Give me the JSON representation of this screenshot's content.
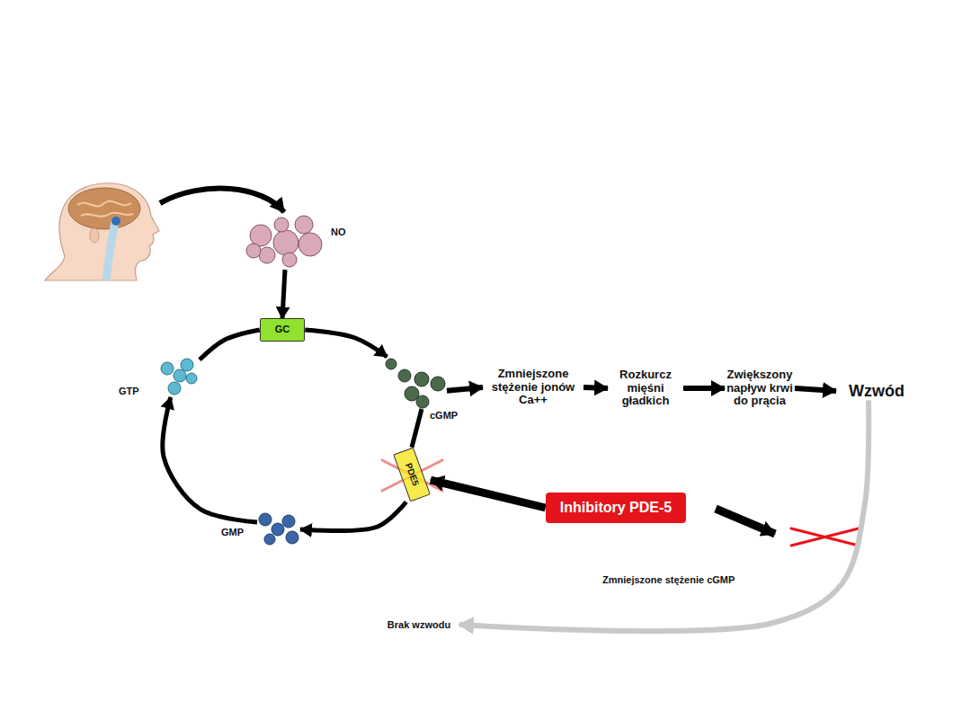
{
  "diagram": {
    "nodes": [
      {
        "text": [
          "NO"
        ]
      },
      {
        "text": [
          "GC"
        ]
      },
      {
        "text": [
          "GTP"
        ]
      },
      {
        "text": [
          "cGMP"
        ]
      },
      {
        "text": [
          "Zmniejszone stężenie jonów Ca++"
        ]
      },
      {
        "text": [
          "Rozkurcz mięśni gładkich"
        ]
      },
      {
        "text": [
          "Zwiększony napływ krwi do prącia"
        ]
      },
      {
        "text": [
          "Wzwód"
        ]
      },
      {
        "text": [
          "PDE5"
        ]
      },
      {
        "text": [
          "Inhibitory PDE-5"
        ]
      },
      {
        "text": [
          "GMP"
        ]
      },
      {
        "text": [
          "Brak wzwodu"
        ]
      }
    ],
    "edges": [
      {
        "from": 0,
        "to": 1,
        "arrow": "to"
      },
      {
        "from": 2,
        "to": 1,
        "arrow": "none"
      },
      {
        "from": 1,
        "to": 3,
        "arrow": "to"
      },
      {
        "from": 3,
        "to": 4,
        "arrow": "to"
      },
      {
        "from": 4,
        "to": 5,
        "arrow": "to"
      },
      {
        "from": 5,
        "to": 6,
        "arrow": "to"
      },
      {
        "from": 6,
        "to": 7,
        "arrow": "to"
      },
      {
        "from": 3,
        "to": 8,
        "arrow": "none"
      },
      {
        "from": 8,
        "to": 10,
        "arrow": "to"
      },
      {
        "from": 10,
        "to": 2,
        "arrow": "to"
      },
      {
        "from": 9,
        "to": 8,
        "arrow": "to"
      },
      {
        "from": 7,
        "to": 11,
        "arrow": "to",
        "label": "Zmniejszone stężenie cGMP"
      }
    ]
  }
}
